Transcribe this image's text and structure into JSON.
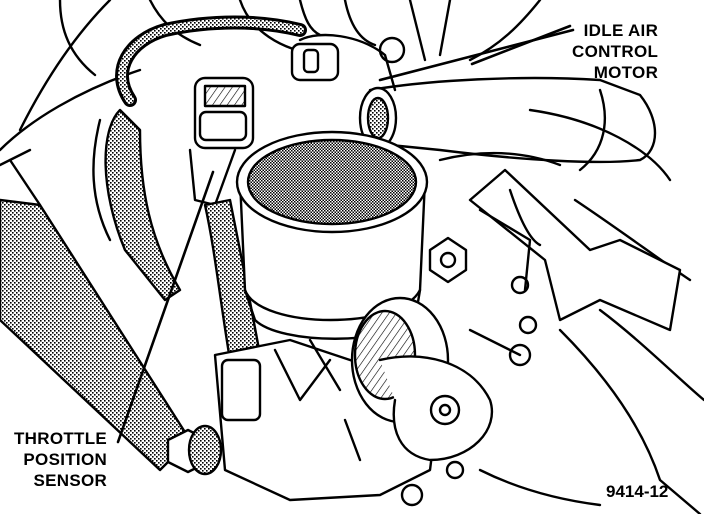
{
  "labels": {
    "idle_air_control_motor": [
      "IDLE AIR",
      "CONTROL",
      "MOTOR"
    ],
    "throttle_position_sensor": [
      "THROTTLE",
      "POSITION",
      "SENSOR"
    ]
  },
  "figure_number": "9414-12",
  "colors": {
    "ink": "#000000",
    "paper": "#ffffff"
  }
}
